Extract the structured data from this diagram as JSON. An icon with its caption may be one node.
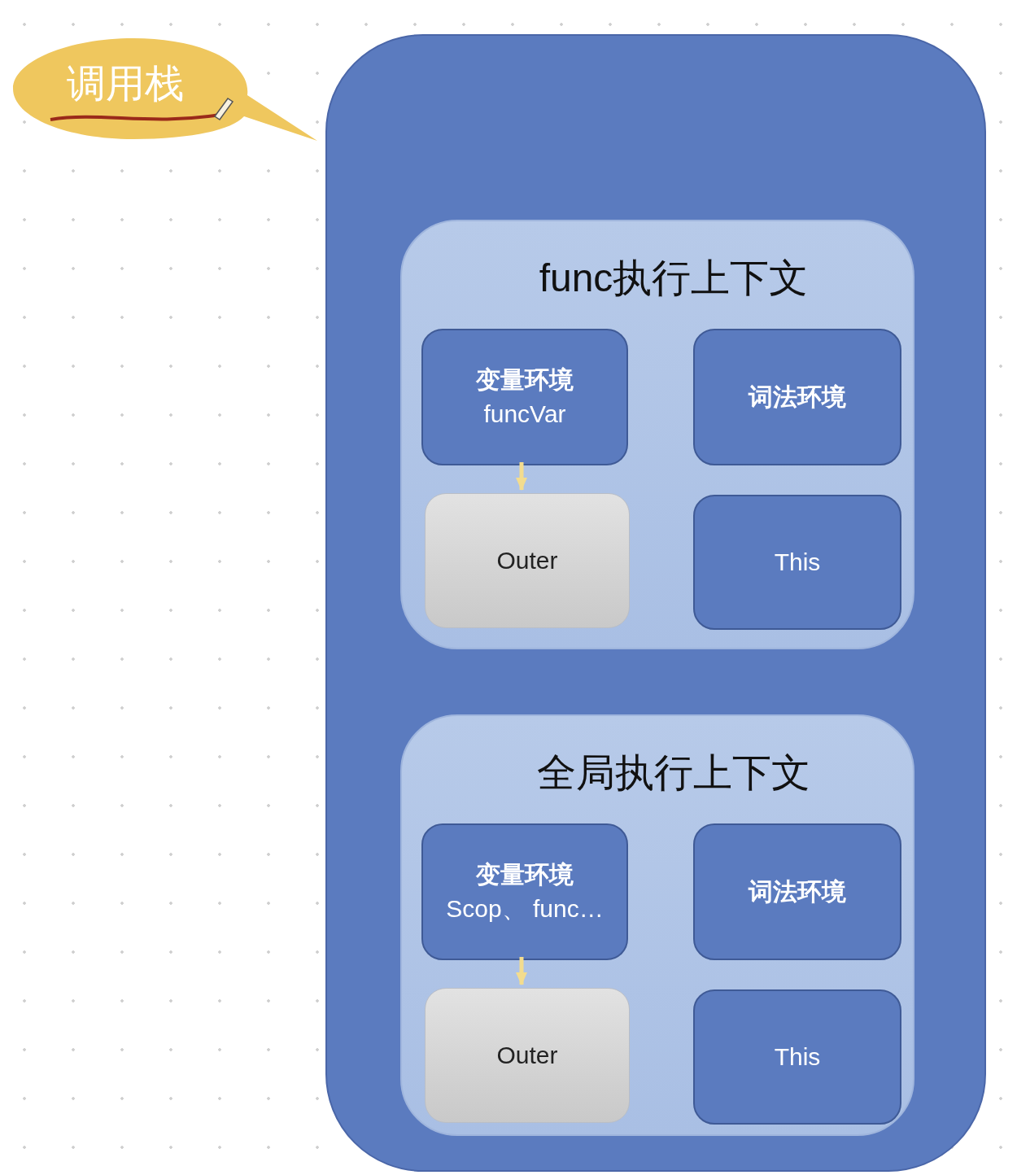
{
  "diagram": {
    "nodes": [
      {
        "text": [
          "调用栈"
        ]
      },
      {
        "text": [],
        "shape": "box"
      },
      {
        "text": [
          "func执行上下文"
        ],
        "in": 1
      },
      {
        "text": [
          "变量环境",
          "funcVar"
        ],
        "in": 2
      },
      {
        "text": [
          "词法环境"
        ],
        "in": 2
      },
      {
        "text": [
          "Outer"
        ],
        "in": 2
      },
      {
        "text": [
          "This"
        ],
        "in": 2
      },
      {
        "text": [
          "全局执行上下文"
        ],
        "in": 1
      },
      {
        "text": [
          "变量环境",
          "Scop、 func…"
        ],
        "in": 7
      },
      {
        "text": [
          "词法环境"
        ],
        "in": 7
      },
      {
        "text": [
          "Outer"
        ],
        "in": 7
      },
      {
        "text": [
          "This"
        ],
        "in": 7
      }
    ],
    "edges": [
      {
        "from": 3,
        "to": 5,
        "arrow": "to",
        "color": "#f3dc8e"
      },
      {
        "from": 8,
        "to": 10,
        "arrow": "to",
        "color": "#f3dc8e"
      }
    ]
  }
}
